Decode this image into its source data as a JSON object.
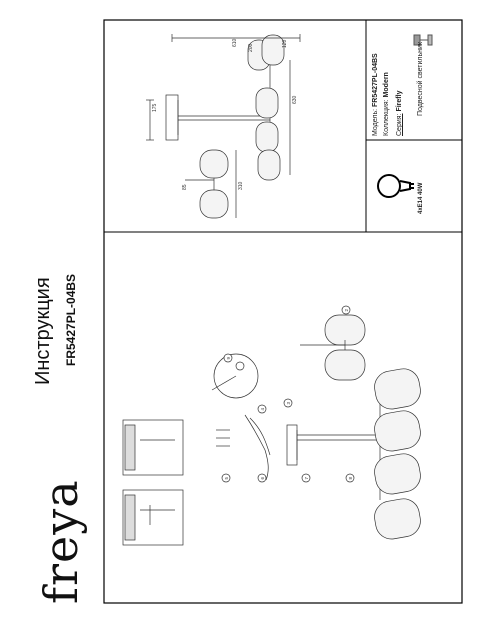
{
  "brand": "freya",
  "title": "Инструкция",
  "model_code": "FR5427PL-04BS",
  "info_box": {
    "model_label": "Модель:",
    "model_value": "FR5427PL-04BS",
    "collection_label": "Коллекция:",
    "collection_value": "Modern",
    "series_label": "Серия:",
    "series_value": "Firefly",
    "type_value": "Подвесной светильник"
  },
  "bulb_spec": "4xE14 40W",
  "dimensions": {
    "width_total": "610",
    "depth": "175",
    "height": "630",
    "shade_1": "200",
    "shade_2": "120",
    "small_height": "310",
    "small_width": "85"
  },
  "callouts": [
    "1",
    "2",
    "3",
    "4",
    "5",
    "6",
    "7",
    "8",
    "9"
  ],
  "colors": {
    "line": "#333333",
    "frame": "#000000",
    "shade_fill": "#f4f4f4",
    "wall_fill": "#dddddd"
  },
  "icons": [
    "light-bulb-icon",
    "pendant-lamp-icon"
  ]
}
